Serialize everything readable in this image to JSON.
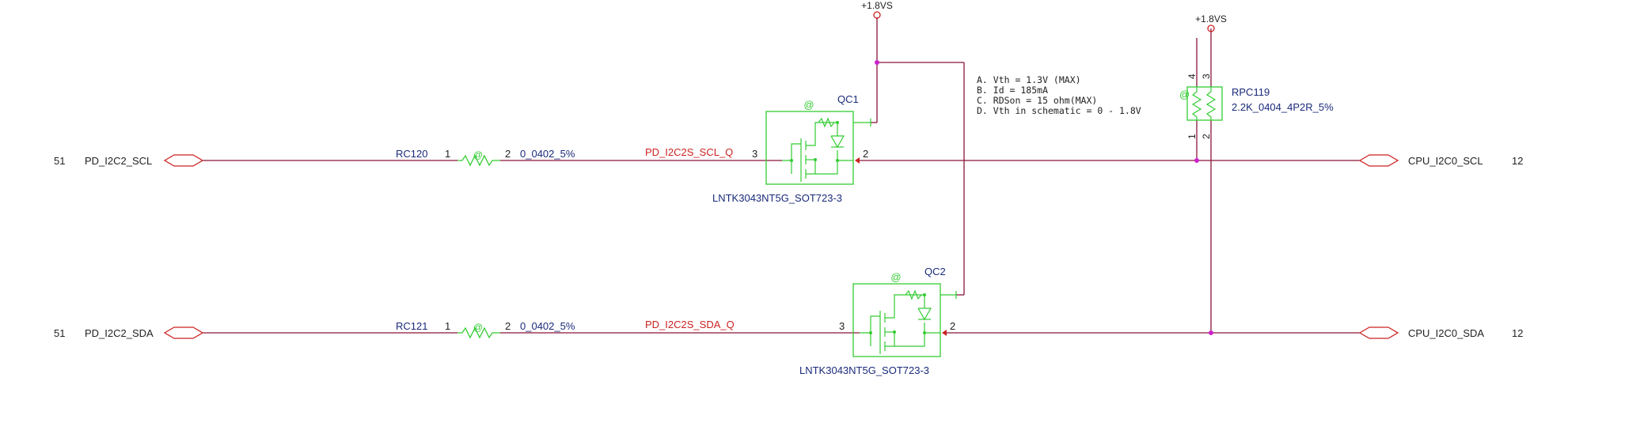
{
  "colors": {
    "net_wire": "#8a1538",
    "connector": "#cc2222",
    "net_label": "#cc2222",
    "text_blue": "#1a2a7a",
    "component": "#33cc33",
    "junction": "#cc22cc",
    "power": "#cc2222",
    "text_black": "#222222"
  },
  "power": {
    "vs_left": "+1.8VS",
    "vs_right": "+1.8VS"
  },
  "left_ports": {
    "scl": {
      "sheet": "51",
      "name": "PD_I2C2_SCL"
    },
    "sda": {
      "sheet": "51",
      "name": "PD_I2C2_SDA"
    }
  },
  "right_ports": {
    "scl": {
      "name": "CPU_I2C0_SCL",
      "sheet": "12"
    },
    "sda": {
      "name": "CPU_I2C0_SDA",
      "sheet": "12"
    }
  },
  "resistors": {
    "rc120": {
      "ref": "RC120",
      "pin1": "1",
      "pin2": "2",
      "value": "0_0402_5%",
      "at": "@"
    },
    "rc121": {
      "ref": "RC121",
      "pin1": "1",
      "pin2": "2",
      "value": "0_0402_5%",
      "at": "@"
    }
  },
  "nets": {
    "scl_q": "PD_I2C2S_SCL_Q",
    "sda_q": "PD_I2C2S_SDA_Q"
  },
  "mosfets": {
    "qc1": {
      "ref": "QC1",
      "pin3": "3",
      "pin2": "2",
      "part": "LNTK3043NT5G_SOT723-3",
      "at": "@"
    },
    "qc2": {
      "ref": "QC2",
      "pin3": "3",
      "pin2": "2",
      "part": "LNTK3043NT5G_SOT723-3",
      "at": "@"
    }
  },
  "resistor_pack": {
    "ref": "RPC119",
    "value": "2.2K_0404_4P2R_5%",
    "at": "@",
    "pin4": "4",
    "pin3": "3",
    "pin1": "1",
    "pin2": "2"
  },
  "notes": [
    "A. Vth = 1.3V (MAX)",
    "B. Id = 185mA",
    "C. RDSon = 15 ohm(MAX)",
    "D. Vth in schematic = 0 - 1.8V"
  ]
}
